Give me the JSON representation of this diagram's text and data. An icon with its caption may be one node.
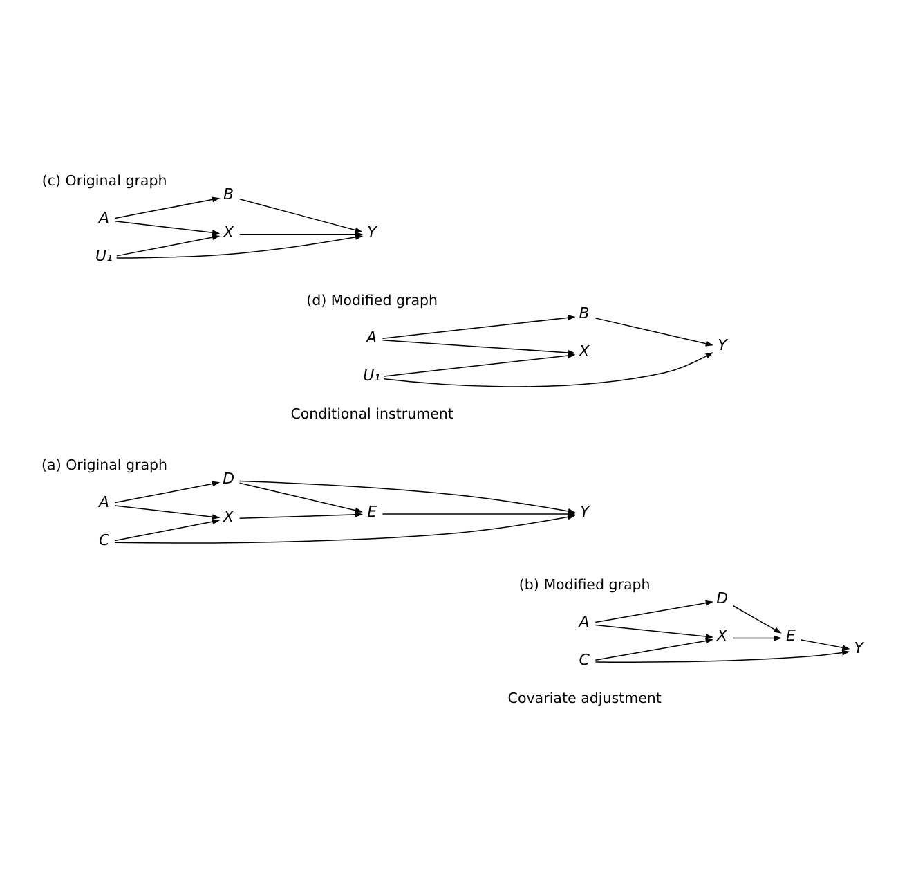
{
  "diagram": {
    "nodes": [
      {
        "text": [
          "A"
        ]
      },
      {
        "text": [
          "D"
        ]
      },
      {
        "text": [
          "X"
        ]
      },
      {
        "text": [
          "E"
        ]
      },
      {
        "text": [
          "Y"
        ]
      },
      {
        "text": [
          "C"
        ]
      },
      {
        "text": [
          "A"
        ]
      },
      {
        "text": [
          "D"
        ]
      },
      {
        "text": [
          "X"
        ]
      },
      {
        "text": [
          "E"
        ]
      },
      {
        "text": [
          "Y"
        ]
      },
      {
        "text": [
          "C"
        ]
      },
      {
        "text": [
          "A"
        ]
      },
      {
        "text": [
          "B"
        ]
      },
      {
        "text": [
          "X"
        ]
      },
      {
        "text": [
          "Y"
        ]
      },
      {
        "text": [
          "U₁"
        ]
      },
      {
        "text": [
          "A"
        ]
      },
      {
        "text": [
          "B"
        ]
      },
      {
        "text": [
          "X"
        ]
      },
      {
        "text": [
          "Y"
        ]
      },
      {
        "text": [
          "U₁"
        ]
      }
    ],
    "edges": [
      {
        "from": 0,
        "to": 1,
        "arrow": "to"
      },
      {
        "from": 0,
        "to": 2,
        "arrow": "to"
      },
      {
        "from": 1,
        "to": 3,
        "arrow": "to"
      },
      {
        "from": 1,
        "to": 4,
        "arrow": "to"
      },
      {
        "from": 2,
        "to": 3,
        "arrow": "to"
      },
      {
        "from": 3,
        "to": 4,
        "arrow": "to"
      },
      {
        "from": 5,
        "to": 2,
        "arrow": "to"
      },
      {
        "from": 5,
        "to": 4,
        "arrow": "to"
      },
      {
        "from": 6,
        "to": 7,
        "arrow": "to"
      },
      {
        "from": 6,
        "to": 8,
        "arrow": "to"
      },
      {
        "from": 7,
        "to": 9,
        "arrow": "to"
      },
      {
        "from": 8,
        "to": 9,
        "arrow": "to"
      },
      {
        "from": 9,
        "to": 10,
        "arrow": "to"
      },
      {
        "from": 11,
        "to": 8,
        "arrow": "to"
      },
      {
        "from": 11,
        "to": 10,
        "arrow": "to"
      },
      {
        "from": 12,
        "to": 13,
        "arrow": "to"
      },
      {
        "from": 12,
        "to": 14,
        "arrow": "to"
      },
      {
        "from": 13,
        "to": 15,
        "arrow": "to"
      },
      {
        "from": 14,
        "to": 15,
        "arrow": "to"
      },
      {
        "from": 16,
        "to": 14,
        "arrow": "to"
      },
      {
        "from": 16,
        "to": 15,
        "arrow": "to"
      },
      {
        "from": 17,
        "to": 18,
        "arrow": "to"
      },
      {
        "from": 17,
        "to": 19,
        "arrow": "to"
      },
      {
        "from": 18,
        "to": 20,
        "arrow": "to"
      },
      {
        "from": 21,
        "to": 19,
        "arrow": "to"
      },
      {
        "from": 21,
        "to": 20,
        "arrow": "to"
      }
    ],
    "labels": [
      "Covariate adjustment",
      "(a) Original graph",
      "(b) Modified graph",
      "Conditional instrument",
      "(c) Original graph",
      "(d) Modified graph"
    ]
  }
}
